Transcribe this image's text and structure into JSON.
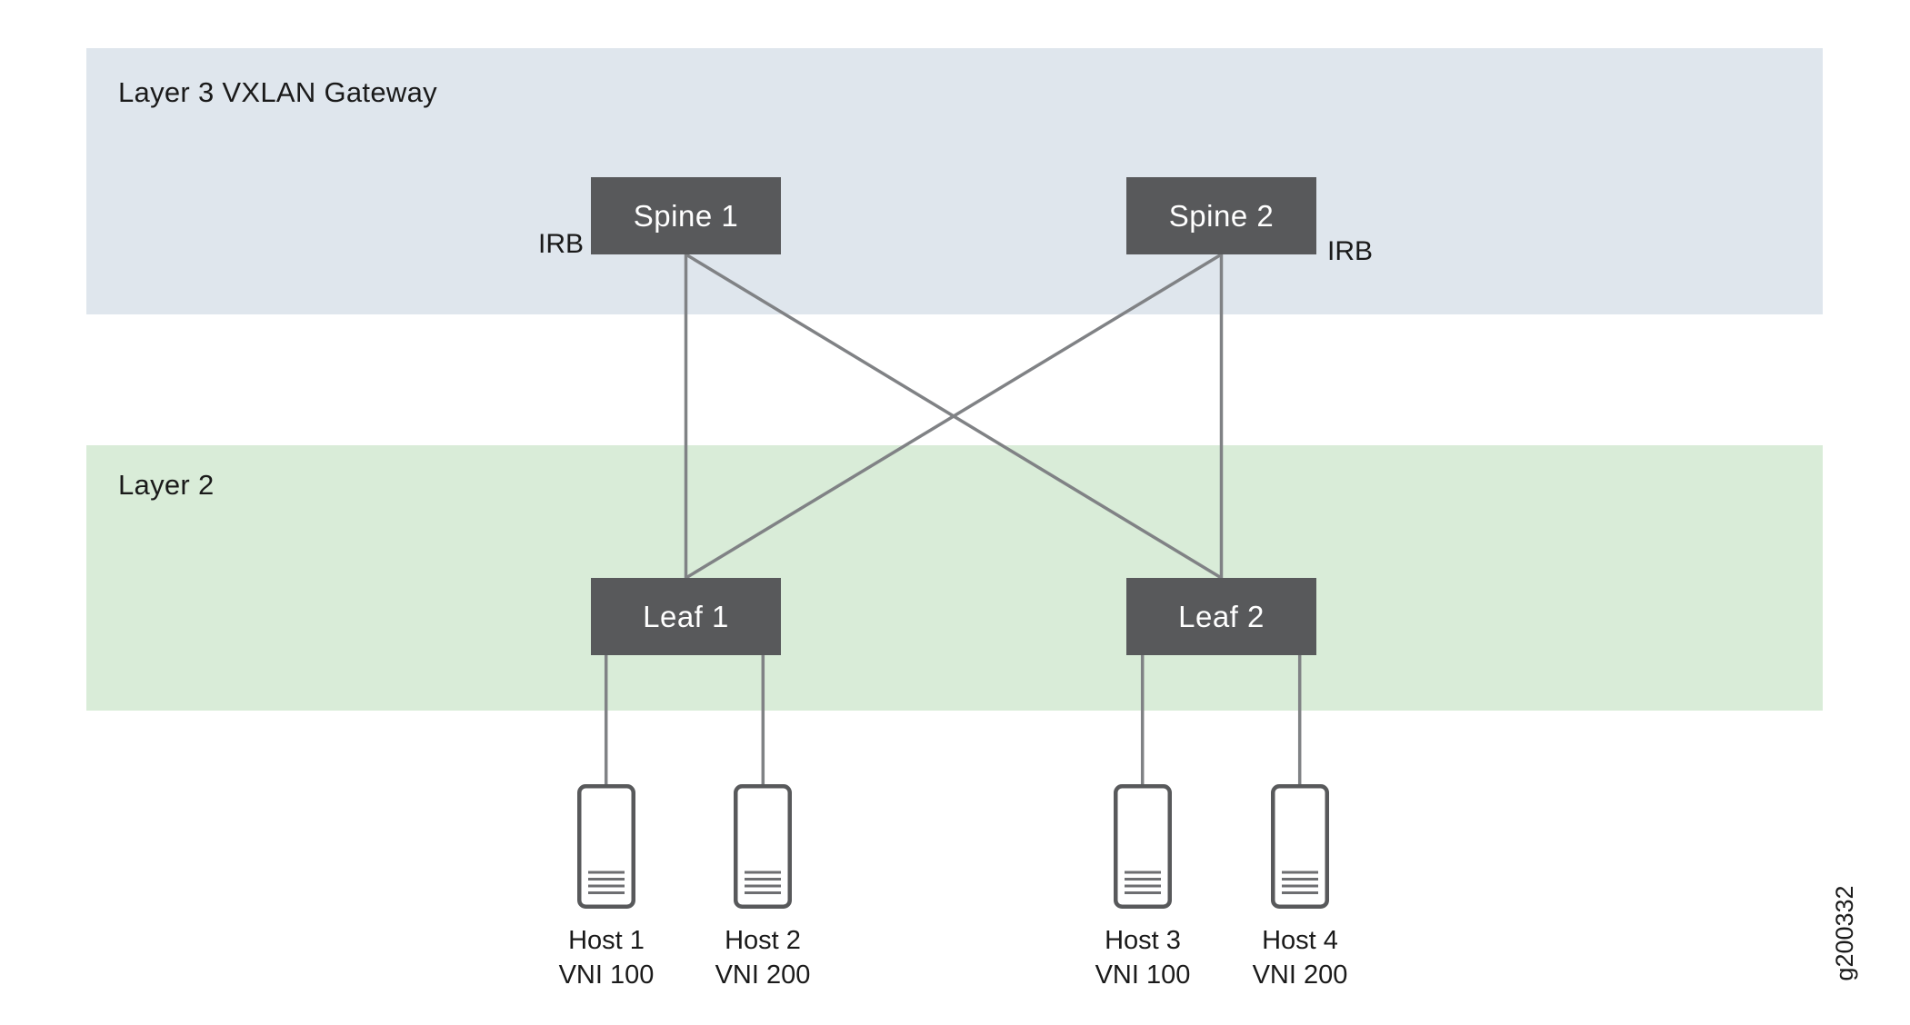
{
  "figure": {
    "id_label": "g200332"
  },
  "colors": {
    "background": "#ffffff",
    "layer3_band": "#dfe6ed",
    "layer2_band": "#d9ecd8",
    "node_fill": "#58595b",
    "node_text": "#ffffff",
    "connector": "#808285",
    "host_outline": "#58595b",
    "host_lines": "#6d6e71",
    "text": "#1a1a1a"
  },
  "bands": {
    "layer3": {
      "label": "Layer 3 VXLAN Gateway"
    },
    "layer2": {
      "label": "Layer 2"
    }
  },
  "nodes": {
    "spine1": {
      "label": "Spine 1",
      "irb_label": "IRB"
    },
    "spine2": {
      "label": "Spine 2",
      "irb_label": "IRB"
    },
    "leaf1": {
      "label": "Leaf 1"
    },
    "leaf2": {
      "label": "Leaf 2"
    }
  },
  "hosts": [
    {
      "name": "Host 1",
      "vni": "VNI 100"
    },
    {
      "name": "Host 2",
      "vni": "VNI 200"
    },
    {
      "name": "Host 3",
      "vni": "VNI 100"
    },
    {
      "name": "Host 4",
      "vni": "VNI 200"
    }
  ],
  "links": [
    {
      "from": "Spine 1",
      "to": "Leaf 1"
    },
    {
      "from": "Spine 1",
      "to": "Leaf 2"
    },
    {
      "from": "Spine 2",
      "to": "Leaf 1"
    },
    {
      "from": "Spine 2",
      "to": "Leaf 2"
    },
    {
      "from": "Leaf 1",
      "to": "Host 1"
    },
    {
      "from": "Leaf 1",
      "to": "Host 2"
    },
    {
      "from": "Leaf 2",
      "to": "Host 3"
    },
    {
      "from": "Leaf 2",
      "to": "Host 4"
    }
  ]
}
